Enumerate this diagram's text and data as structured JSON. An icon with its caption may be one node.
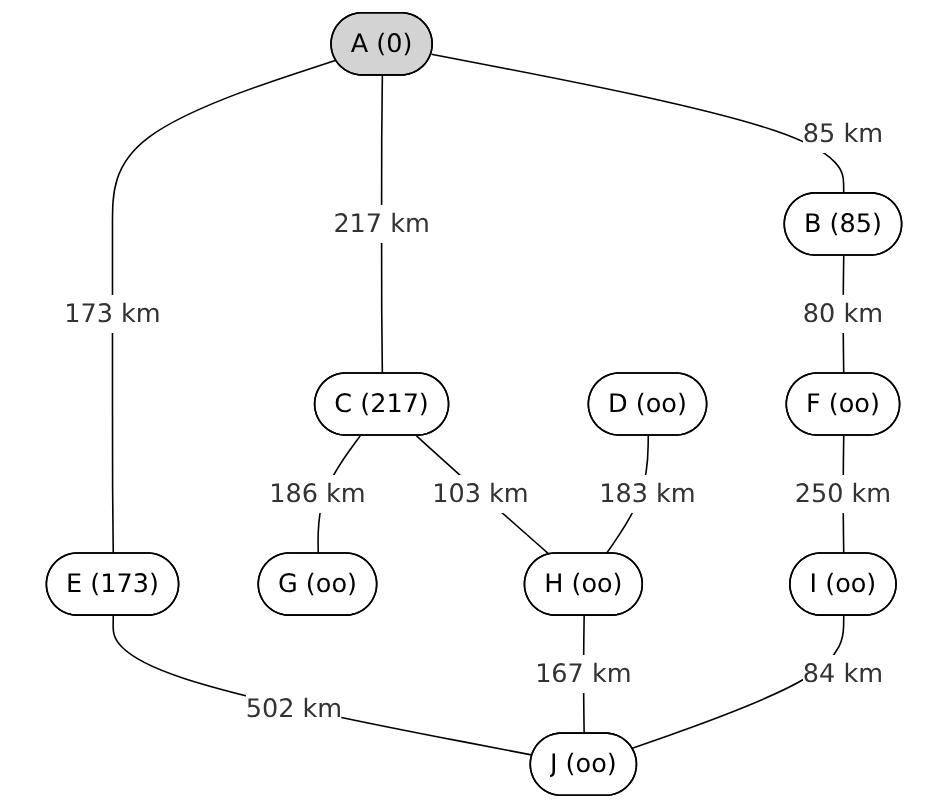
{
  "diagram": {
    "nodes": [
      {
        "text": [
          "A (0)"
        ]
      },
      {
        "text": [
          "B (85)"
        ]
      },
      {
        "text": [
          "C (217)"
        ]
      },
      {
        "text": [
          "D (oo)"
        ]
      },
      {
        "text": [
          "E (173)"
        ]
      },
      {
        "text": [
          "F (oo)"
        ]
      },
      {
        "text": [
          "G (oo)"
        ]
      },
      {
        "text": [
          "H (oo)"
        ]
      },
      {
        "text": [
          "I (oo)"
        ]
      },
      {
        "text": [
          "J (oo)"
        ]
      }
    ],
    "edges": [
      {
        "from": 0,
        "to": 1,
        "arrow": "none",
        "label": "85 km"
      },
      {
        "from": 0,
        "to": 2,
        "arrow": "none",
        "label": "217 km"
      },
      {
        "from": 0,
        "to": 4,
        "arrow": "none",
        "label": "173 km"
      },
      {
        "from": 1,
        "to": 5,
        "arrow": "none",
        "label": "80 km"
      },
      {
        "from": 2,
        "to": 6,
        "arrow": "none",
        "label": "186 km"
      },
      {
        "from": 2,
        "to": 7,
        "arrow": "none",
        "label": "103 km"
      },
      {
        "from": 3,
        "to": 7,
        "arrow": "none",
        "label": "183 km"
      },
      {
        "from": 4,
        "to": 9,
        "arrow": "none",
        "label": "502 km"
      },
      {
        "from": 5,
        "to": 8,
        "arrow": "none",
        "label": "250 km"
      },
      {
        "from": 7,
        "to": 9,
        "arrow": "none",
        "label": "167 km"
      },
      {
        "from": 8,
        "to": 9,
        "arrow": "none",
        "label": "84 km"
      }
    ]
  }
}
